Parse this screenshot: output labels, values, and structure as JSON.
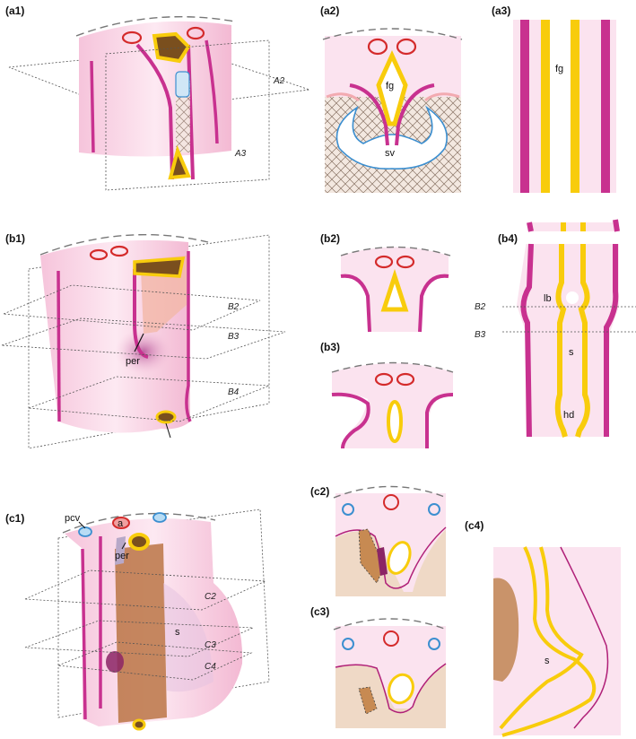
{
  "panels": {
    "a1": {
      "label": "(a1)",
      "planes": [
        "A2",
        "A3"
      ]
    },
    "a2": {
      "label": "(a2)",
      "fg": "fg",
      "sv": "sv"
    },
    "a3": {
      "label": "(a3)",
      "fg": "fg"
    },
    "b1": {
      "label": "(b1)",
      "planes": [
        "B2",
        "B3",
        "B4"
      ],
      "per": "per"
    },
    "b2": {
      "label": "(b2)"
    },
    "b3": {
      "label": "(b3)"
    },
    "b4": {
      "label": "(b4)",
      "planes": [
        "B2",
        "B3"
      ],
      "lb": "lb",
      "s": "s",
      "hd": "hd"
    },
    "c1": {
      "label": "(c1)",
      "planes": [
        "C2",
        "C3",
        "C4"
      ],
      "pcv": "pcv",
      "a": "a",
      "per": "per",
      "s": "s"
    },
    "c2": {
      "label": "(c2)"
    },
    "c3": {
      "label": "(c3)"
    },
    "c4": {
      "label": "(c4)",
      "s": "s"
    }
  },
  "colors": {
    "magenta": "#c8318f",
    "yellow": "#f8cc0c",
    "red": "#d42b2b",
    "blue": "#3c8fd0",
    "pink_bg": "#fbe3ef",
    "tan": "#efd9c6",
    "brown": "#7a4f1e",
    "hatch": "#8a7466"
  }
}
